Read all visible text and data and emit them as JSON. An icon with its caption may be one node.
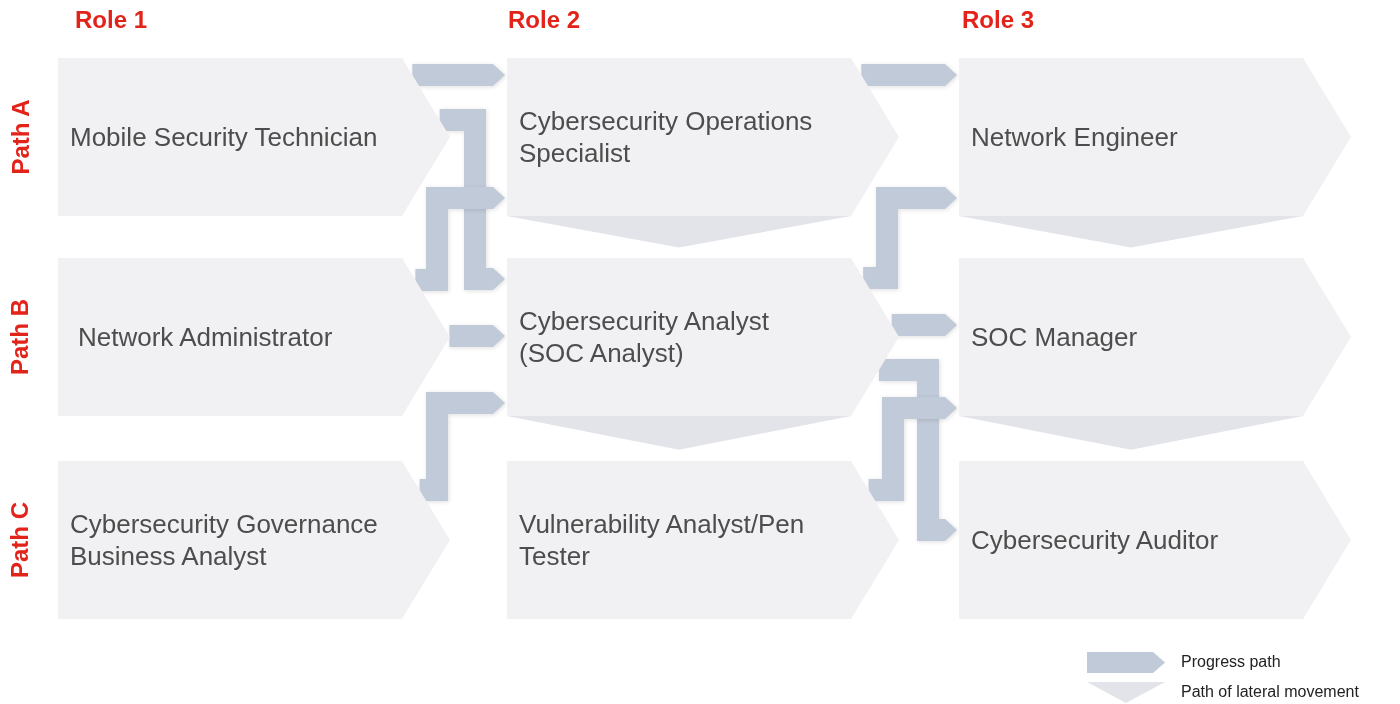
{
  "diagram": {
    "nodes": [
      {
        "text": [
          "Mobile Security Technician"
        ]
      },
      {
        "text": [
          "Cybersecurity Operations Specialist"
        ]
      },
      {
        "text": [
          "Network Engineer"
        ]
      },
      {
        "text": [
          "Network Administrator"
        ]
      },
      {
        "text": [
          "Cybersecurity Analyst (SOC Analyst)"
        ]
      },
      {
        "text": [
          "SOC Manager"
        ]
      },
      {
        "text": [
          "Cybersecurity Governance Business Analyst"
        ]
      },
      {
        "text": [
          "Vulnerability Analyst/Pen Tester"
        ]
      },
      {
        "text": [
          "Cybersecurity Auditor"
        ]
      }
    ],
    "edges": [
      {
        "from": 0,
        "to": 1,
        "arrow": "to"
      },
      {
        "from": 0,
        "to": 4,
        "arrow": "to"
      },
      {
        "from": 3,
        "to": 1,
        "arrow": "to"
      },
      {
        "from": 3,
        "to": 4,
        "arrow": "to"
      },
      {
        "from": 6,
        "to": 4,
        "arrow": "to"
      },
      {
        "from": 1,
        "to": 2,
        "arrow": "to"
      },
      {
        "from": 4,
        "to": 2,
        "arrow": "to"
      },
      {
        "from": 4,
        "to": 5,
        "arrow": "to"
      },
      {
        "from": 4,
        "to": 8,
        "arrow": "to"
      },
      {
        "from": 7,
        "to": 5,
        "arrow": "to"
      },
      {
        "from": 1,
        "to": 4,
        "arrow": "to",
        "color": "#e2e4ea"
      },
      {
        "from": 4,
        "to": 7,
        "arrow": "to",
        "color": "#e2e4ea"
      },
      {
        "from": 2,
        "to": 5,
        "arrow": "to",
        "color": "#e2e4ea"
      },
      {
        "from": 5,
        "to": 8,
        "arrow": "to",
        "color": "#e2e4ea"
      }
    ],
    "labels": [
      "Role 1",
      "Role 2",
      "Role 3",
      "Path A",
      "Path B",
      "Path C"
    ],
    "legend": [
      {
        "text": "Progress path",
        "color": "#c1cad8"
      },
      {
        "text": "Path of lateral movement",
        "color": "#e2e4ea"
      }
    ]
  }
}
